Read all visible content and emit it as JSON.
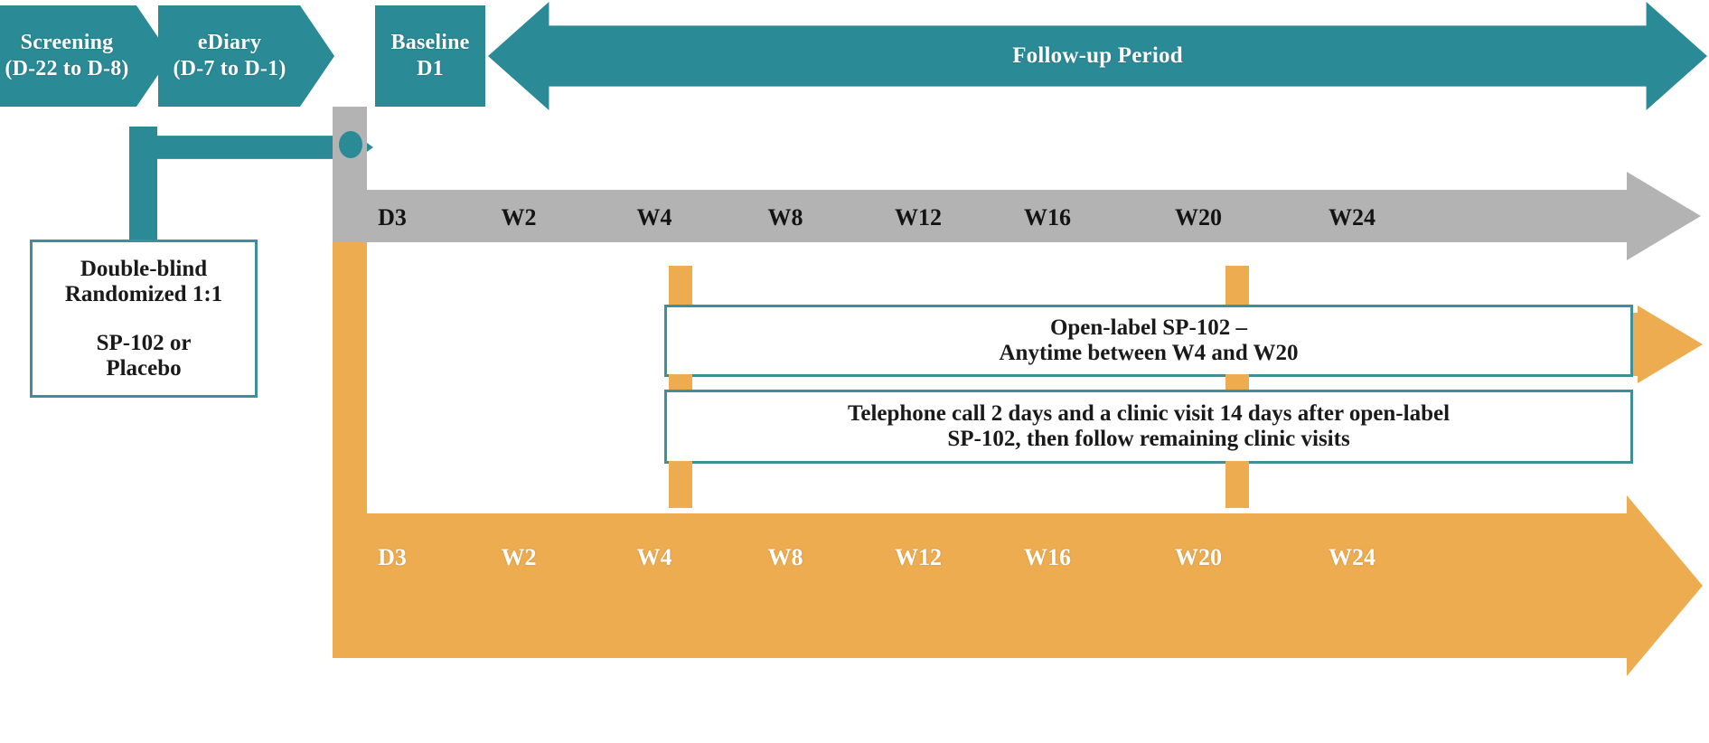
{
  "diagram": {
    "title": "Clinical trial study design schematic",
    "colors": {
      "teal": "#2a8a96",
      "teal_border": "#3e8e9c",
      "gray": "#b3b3b3",
      "orange": "#eeac51",
      "white": "#ffffff",
      "black": "#141414"
    }
  },
  "phases": [
    {
      "name": "screening",
      "label": "Screening\n(D-22 to D-8)"
    },
    {
      "name": "ediary",
      "label": "eDiary\n(D-7 to D-1)"
    },
    {
      "name": "baseline",
      "label": "Baseline\nD1"
    }
  ],
  "followup": {
    "label": "Follow-up Period"
  },
  "randomization": {
    "line1": "Double-blind",
    "line2": "Randomized 1:1",
    "line3": "SP-102 or",
    "line4": "Placebo"
  },
  "callouts": [
    {
      "name": "open-label",
      "line1": "Open-label SP-102 –",
      "line2": "Anytime between W4 and W20"
    },
    {
      "name": "telephone-followup",
      "line1": "Telephone call 2 days and a clinic visit 14 days after open-label",
      "line2": "SP-102, then follow remaining clinic visits"
    }
  ],
  "timelines": [
    {
      "name": "blinded-visit-timeline",
      "color": "#b3b3b3",
      "label_color": "#141414",
      "visits": [
        "D3",
        "W2",
        "W4",
        "W8",
        "W12",
        "W16",
        "W20",
        "W24"
      ]
    },
    {
      "name": "open-label-visit-timeline",
      "color": "#eeac51",
      "label_color": "#ffffff",
      "visits": [
        "D3",
        "W2",
        "W4",
        "W8",
        "W12",
        "W16",
        "W20",
        "W24"
      ]
    }
  ],
  "markers": {
    "open_label_window_start": "W4",
    "open_label_window_end": "W20"
  }
}
